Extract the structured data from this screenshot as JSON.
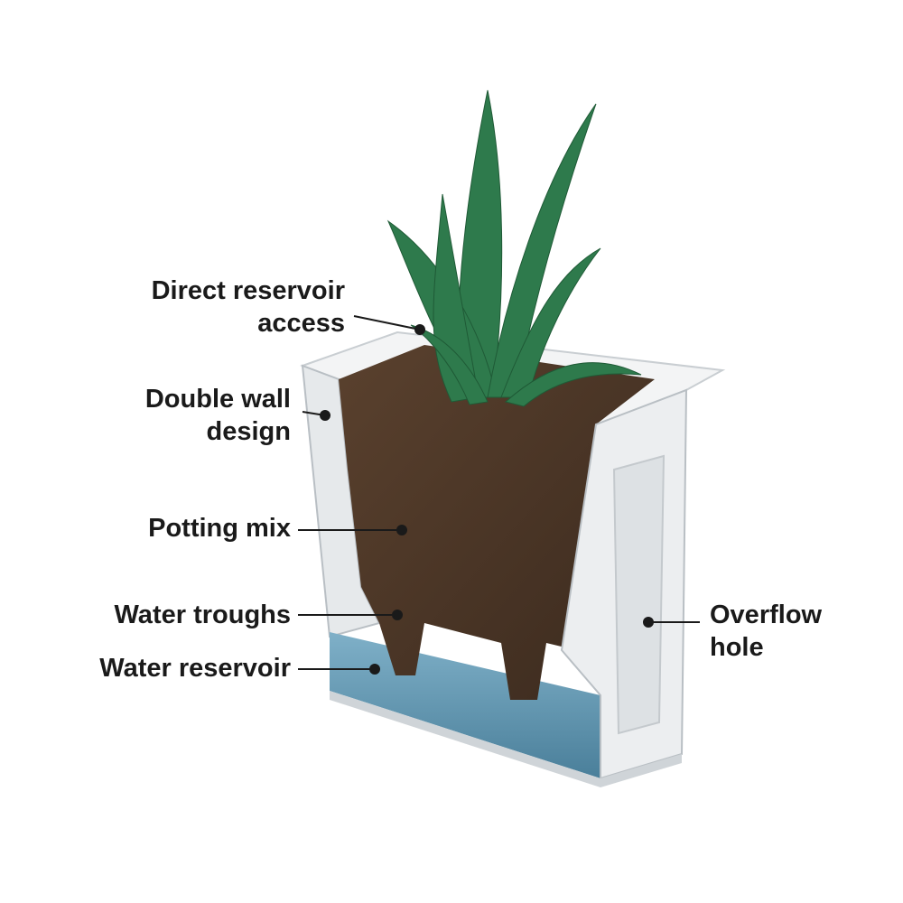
{
  "labels": {
    "direct_access": [
      "Direct reservoir",
      "access"
    ],
    "double_wall": [
      "Double wall",
      "design"
    ],
    "potting_mix": "Potting mix",
    "water_troughs": "Water troughs",
    "water_reservoir": "Water reservoir",
    "overflow": [
      "Overflow",
      "hole"
    ]
  },
  "colors": {
    "soil": "#4a3526",
    "plant": "#2e7a4c",
    "water": "#5e93ad",
    "planter": "#e9ecee",
    "text": "#1a1a1a"
  }
}
